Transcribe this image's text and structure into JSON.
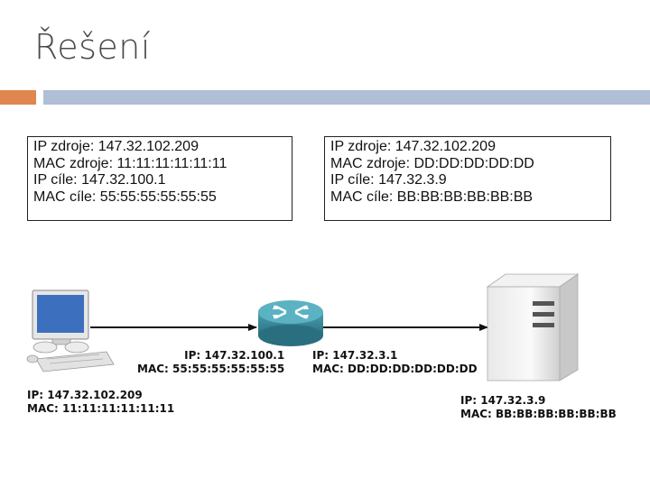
{
  "slide": {
    "title": "Řešení",
    "accent_colors": {
      "orange": "#e0874f",
      "blue": "#aebfd6"
    }
  },
  "frame_left": {
    "lines": [
      "IP zdroje: 147.32.102.209",
      "MAC zdroje: 11:11:11:11:11:11",
      "IP cíle: 147.32.100.1",
      "MAC cíle: 55:55:55:55:55:55"
    ]
  },
  "frame_right": {
    "lines": [
      "IP zdroje: 147.32.102.209",
      "MAC zdroje: DD:DD:DD:DD:DD",
      "IP cíle: 147.32.3.9",
      "MAC cíle: BB:BB:BB:BB:BB:BB"
    ]
  },
  "diagram": {
    "pc": {
      "icon": "computer-icon",
      "ip": "IP: 147.32.102.209",
      "mac": "MAC: 11:11:11:11:11:11"
    },
    "router_left": {
      "icon": "router-icon",
      "ip": "IP: 147.32.100.1",
      "mac": "MAC: 55:55:55:55:55:55"
    },
    "router_right": {
      "ip": "IP: 147.32.3.1",
      "mac": "MAC: DD:DD:DD:DD:DD:DD"
    },
    "server": {
      "icon": "server-icon",
      "ip": "IP: 147.32.3.9",
      "mac": "MAC: BB:BB:BB:BB:BB:BB"
    }
  }
}
